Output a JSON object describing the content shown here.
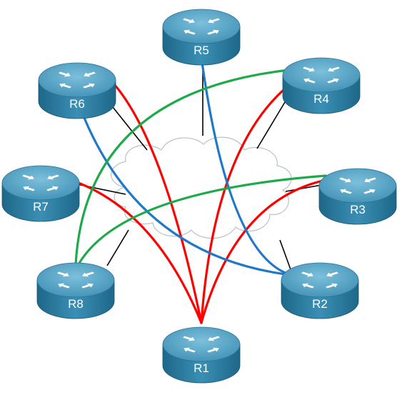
{
  "routers": [
    {
      "id": "R1",
      "label": "R1"
    },
    {
      "id": "R2",
      "label": "R2"
    },
    {
      "id": "R3",
      "label": "R3"
    },
    {
      "id": "R4",
      "label": "R4"
    },
    {
      "id": "R5",
      "label": "R5"
    },
    {
      "id": "R6",
      "label": "R6"
    },
    {
      "id": "R7",
      "label": "R7"
    },
    {
      "id": "R8",
      "label": "R8"
    }
  ],
  "cloud_links": [
    "R2",
    "R3",
    "R4",
    "R5",
    "R6",
    "R7",
    "R8"
  ],
  "tunnels": [
    {
      "from": "R1",
      "to": "R6",
      "color": "#ff0000"
    },
    {
      "from": "R1",
      "to": "R7",
      "color": "#ff0000"
    },
    {
      "from": "R1",
      "to": "R4",
      "color": "#ff0000"
    },
    {
      "from": "R1",
      "to": "R3",
      "color": "#ff0000"
    },
    {
      "from": "R5",
      "to": "R2",
      "color": "#1f78c8"
    },
    {
      "from": "R6",
      "to": "R2",
      "color": "#1f78c8"
    },
    {
      "from": "R8",
      "to": "R4",
      "color": "#1eaa4a"
    },
    {
      "from": "R8",
      "to": "R3",
      "color": "#1eaa4a"
    }
  ],
  "colors": {
    "router_top": "#5aa5c6",
    "router_side": "#2f7ea3",
    "router_arrows": "#ffffff",
    "cloud_stroke": "#b8c2c8",
    "link_stroke": "#000000"
  }
}
